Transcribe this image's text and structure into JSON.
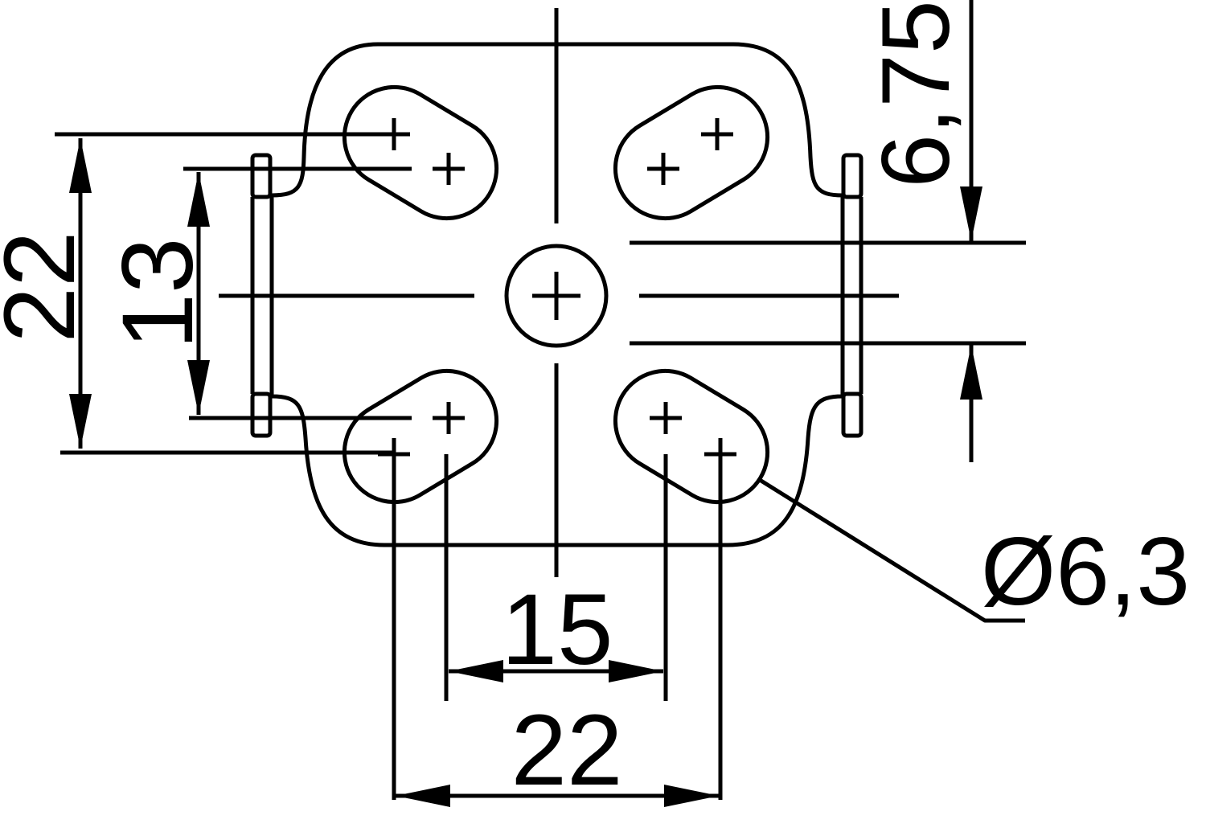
{
  "drawing": {
    "line_color": "#000000",
    "background_color": "#ffffff",
    "dimensions": {
      "left_outer": "22",
      "left_inner": "13",
      "bottom_inner": "15",
      "bottom_outer": "22",
      "right_gap": "6,75",
      "pin_diameter": "Ø6,3"
    }
  }
}
